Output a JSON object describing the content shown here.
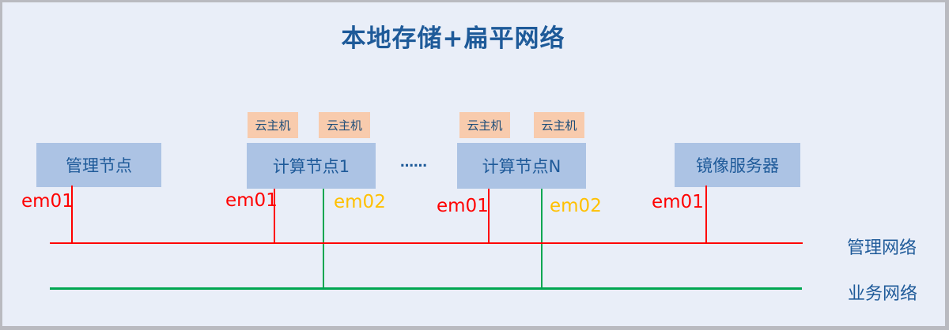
{
  "title": "本地存储+扁平网络",
  "nodes": [
    {
      "label": "管理节点",
      "ports": [
        {
          "name": "em01",
          "network": "管理网络"
        }
      ]
    },
    {
      "label": "计算节点1",
      "cloud_hosts": [
        "云主机",
        "云主机"
      ],
      "ports": [
        {
          "name": "em01",
          "network": "管理网络"
        },
        {
          "name": "em02",
          "network": "业务网络"
        }
      ]
    },
    {
      "label": "计算节点N",
      "cloud_hosts": [
        "云主机",
        "云主机"
      ],
      "ports": [
        {
          "name": "em01",
          "network": "管理网络"
        },
        {
          "name": "em02",
          "network": "业务网络"
        }
      ]
    },
    {
      "label": "镜像服务器",
      "ports": [
        {
          "name": "em01",
          "network": "管理网络"
        }
      ]
    }
  ],
  "ellipsis": "……",
  "networks": [
    {
      "label": "管理网络",
      "color": "#ff0000"
    },
    {
      "label": "业务网络",
      "color": "#00a651"
    }
  ],
  "colors": {
    "background": "#e9eef8",
    "border": "#b9bac0",
    "node_box": "#acc3e4",
    "cloud_host_box": "#f8cbad",
    "heading_text": "#1e5a99",
    "em01_label": "#ff0000",
    "em02_label": "#ffc000",
    "management_network_line": "#ff0000",
    "business_network_line": "#00a651"
  }
}
